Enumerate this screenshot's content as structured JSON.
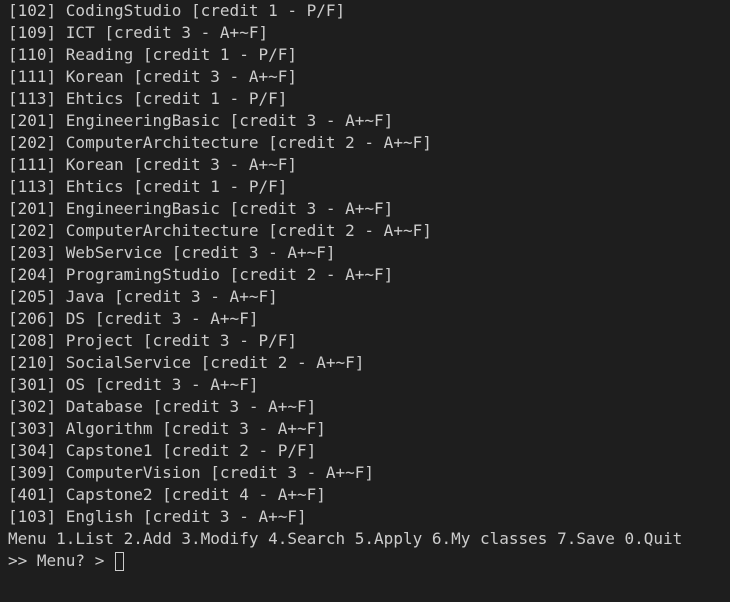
{
  "terminal": {
    "lines": [
      "[102] CodingStudio [credit 1 - P/F]",
      "[109] ICT [credit 3 - A+~F]",
      "[110] Reading [credit 1 - P/F]",
      "[111] Korean [credit 3 - A+~F]",
      "[113] Ehtics [credit 1 - P/F]",
      "[201] EngineeringBasic [credit 3 - A+~F]",
      "[202] ComputerArchitecture [credit 2 - A+~F]",
      "[111] Korean [credit 3 - A+~F]",
      "[113] Ehtics [credit 1 - P/F]",
      "[201] EngineeringBasic [credit 3 - A+~F]",
      "[202] ComputerArchitecture [credit 2 - A+~F]",
      "[203] WebService [credit 3 - A+~F]",
      "[204] ProgramingStudio [credit 2 - A+~F]",
      "[205] Java [credit 3 - A+~F]",
      "[206] DS [credit 3 - A+~F]",
      "[208] Project [credit 3 - P/F]",
      "[210] SocialService [credit 2 - A+~F]",
      "[301] OS [credit 3 - A+~F]",
      "[302] Database [credit 3 - A+~F]",
      "[303] Algorithm [credit 3 - A+~F]",
      "[304] Capstone1 [credit 2 - P/F]",
      "[309] ComputerVision [credit 3 - A+~F]",
      "[401] Capstone2 [credit 4 - A+~F]",
      "[103] English [credit 3 - A+~F]"
    ],
    "menu": "Menu 1.List 2.Add 3.Modify 4.Search 5.Apply 6.My classes 7.Save 0.Quit",
    "prompt": ">> Menu? > ",
    "input_value": "",
    "colors": {
      "background": "#1e1e1e",
      "text": "#cccccc"
    }
  }
}
